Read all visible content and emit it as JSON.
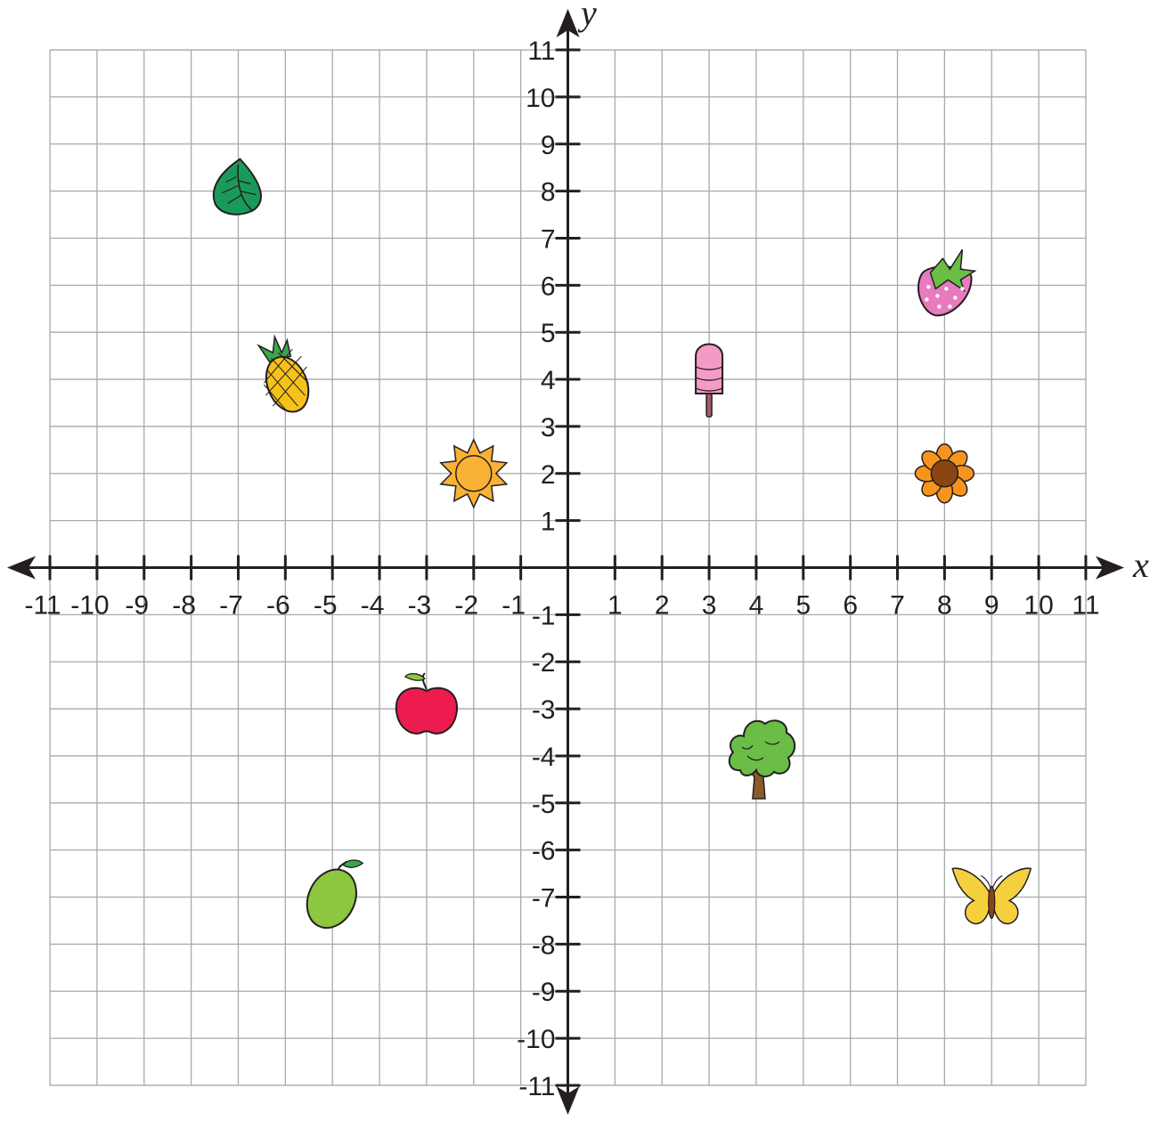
{
  "chart_data": {
    "type": "scatter",
    "title": "",
    "xlabel": "x",
    "ylabel": "y",
    "xlim": [
      -11,
      11
    ],
    "ylim": [
      -11,
      11
    ],
    "grid": true,
    "x_ticks": [
      -11,
      -10,
      -9,
      -8,
      -7,
      -6,
      -5,
      -4,
      -3,
      -2,
      -1,
      1,
      2,
      3,
      4,
      5,
      6,
      7,
      8,
      9,
      10,
      11
    ],
    "y_ticks": [
      -11,
      -10,
      -9,
      -8,
      -7,
      -6,
      -5,
      -4,
      -3,
      -2,
      -1,
      1,
      2,
      3,
      4,
      5,
      6,
      7,
      8,
      9,
      10,
      11
    ],
    "points": [
      {
        "icon": "leaf-icon",
        "x": -7,
        "y": 8
      },
      {
        "icon": "pineapple-icon",
        "x": -6,
        "y": 4
      },
      {
        "icon": "sun-icon",
        "x": -2,
        "y": 2
      },
      {
        "icon": "popsicle-icon",
        "x": 3,
        "y": 4
      },
      {
        "icon": "strawberry-icon",
        "x": 8,
        "y": 6
      },
      {
        "icon": "sunflower-icon",
        "x": 8,
        "y": 2
      },
      {
        "icon": "apple-icon",
        "x": -3,
        "y": -3
      },
      {
        "icon": "tree-icon",
        "x": 4,
        "y": -4
      },
      {
        "icon": "lime-icon",
        "x": -5,
        "y": -7
      },
      {
        "icon": "butterfly-icon",
        "x": 9,
        "y": -7
      }
    ]
  },
  "colors": {
    "grid": "#a7a9ac",
    "axis": "#231f20",
    "leaf": "#1a9a5a",
    "pineapple": "#f5c21b",
    "sun": "#f9b233",
    "popsicle": "#f39bc6",
    "strawberry": "#e87bbd",
    "sunflower_petal": "#f7941d",
    "sunflower_center": "#8b4513",
    "apple": "#ec1c4e",
    "tree": "#6abd45",
    "trunk": "#8b5a2b",
    "lime": "#8dc63f",
    "butterfly": "#f4d03f"
  }
}
